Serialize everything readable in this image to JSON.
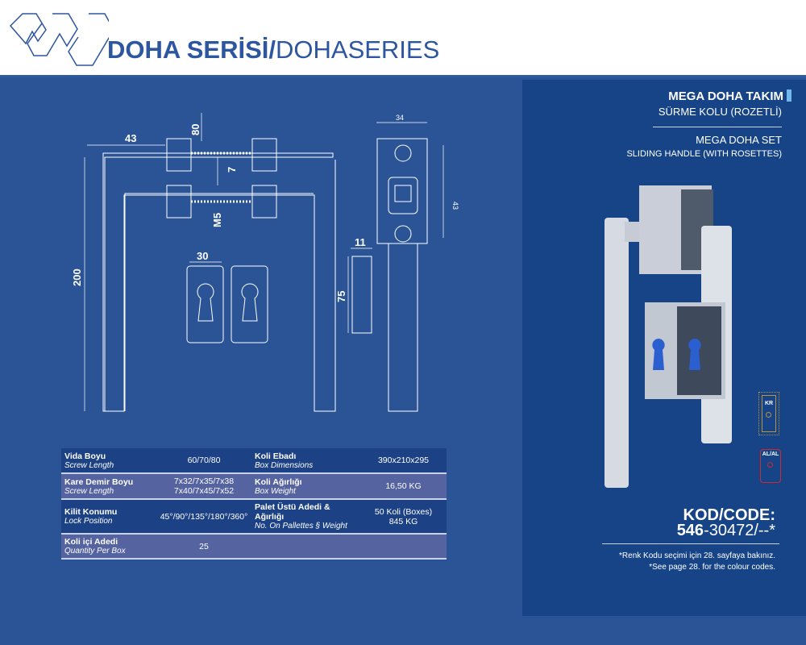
{
  "header": {
    "title_bold": "DOHA SERİSİ/",
    "title_light": "DOHASERIES"
  },
  "product": {
    "name_tr": "MEGA DOHA TAKIM",
    "subtitle_tr": "SÜRME KOLU (ROZETLİ)",
    "name_en": "MEGA DOHA SET",
    "subtitle_en": "SLIDING HANDLE (WITH ROSETTES)",
    "code_label": "KOD/CODE:",
    "code_prefix": "546",
    "code_rest": "-30472/--*",
    "note_tr": "*Renk Kodu seçimi için 28. sayfaya bakınız.",
    "note_en": "*See page 28. for the colour codes."
  },
  "colour_swatches": [
    {
      "code": "KR",
      "color": "#b8933a"
    },
    {
      "code": "AL/AL",
      "color": "#d0282e"
    }
  ],
  "drawing": {
    "dims": {
      "d43a": "43",
      "d80": "80",
      "d7": "7",
      "dm5": "M5",
      "d200": "200",
      "d30": "30",
      "d34": "34",
      "d43b": "43",
      "d11": "11",
      "d75": "75"
    }
  },
  "specs": [
    {
      "l1": "Vida Boyu",
      "l1_en": "Screw Length",
      "v1": [
        "60/70/80"
      ],
      "l2": "Koli Ebadı",
      "l2_en": "Box Dimensions",
      "v2": [
        "390x210x295"
      ]
    },
    {
      "l1": "Kare Demir Boyu",
      "l1_en": "Screw Length",
      "v1": [
        "7x32/7x35/7x38",
        "7x40/7x45/7x52"
      ],
      "l2": "Koli Ağırlığı",
      "l2_en": "Box Weight",
      "v2": [
        "16,50 KG"
      ]
    },
    {
      "l1": "Kilit Konumu",
      "l1_en": "Lock Position",
      "v1": [
        "45°/90°/135°/180°/360°"
      ],
      "l2": "Palet Üstü Adedi & Ağırlığı",
      "l2_en": "No. On Pallettes § Weight",
      "v2": [
        "50 Koli (Boxes)",
        "845  KG"
      ]
    },
    {
      "l1": "Koli içi Adedi",
      "l1_en": "Quantity Per Box",
      "v1": [
        "25"
      ],
      "l2": "",
      "l2_en": "",
      "v2": [
        ""
      ]
    }
  ],
  "colors": {
    "left_bg": "#2b5496",
    "right_bg": "#164487",
    "brand": "#2d56a0"
  }
}
